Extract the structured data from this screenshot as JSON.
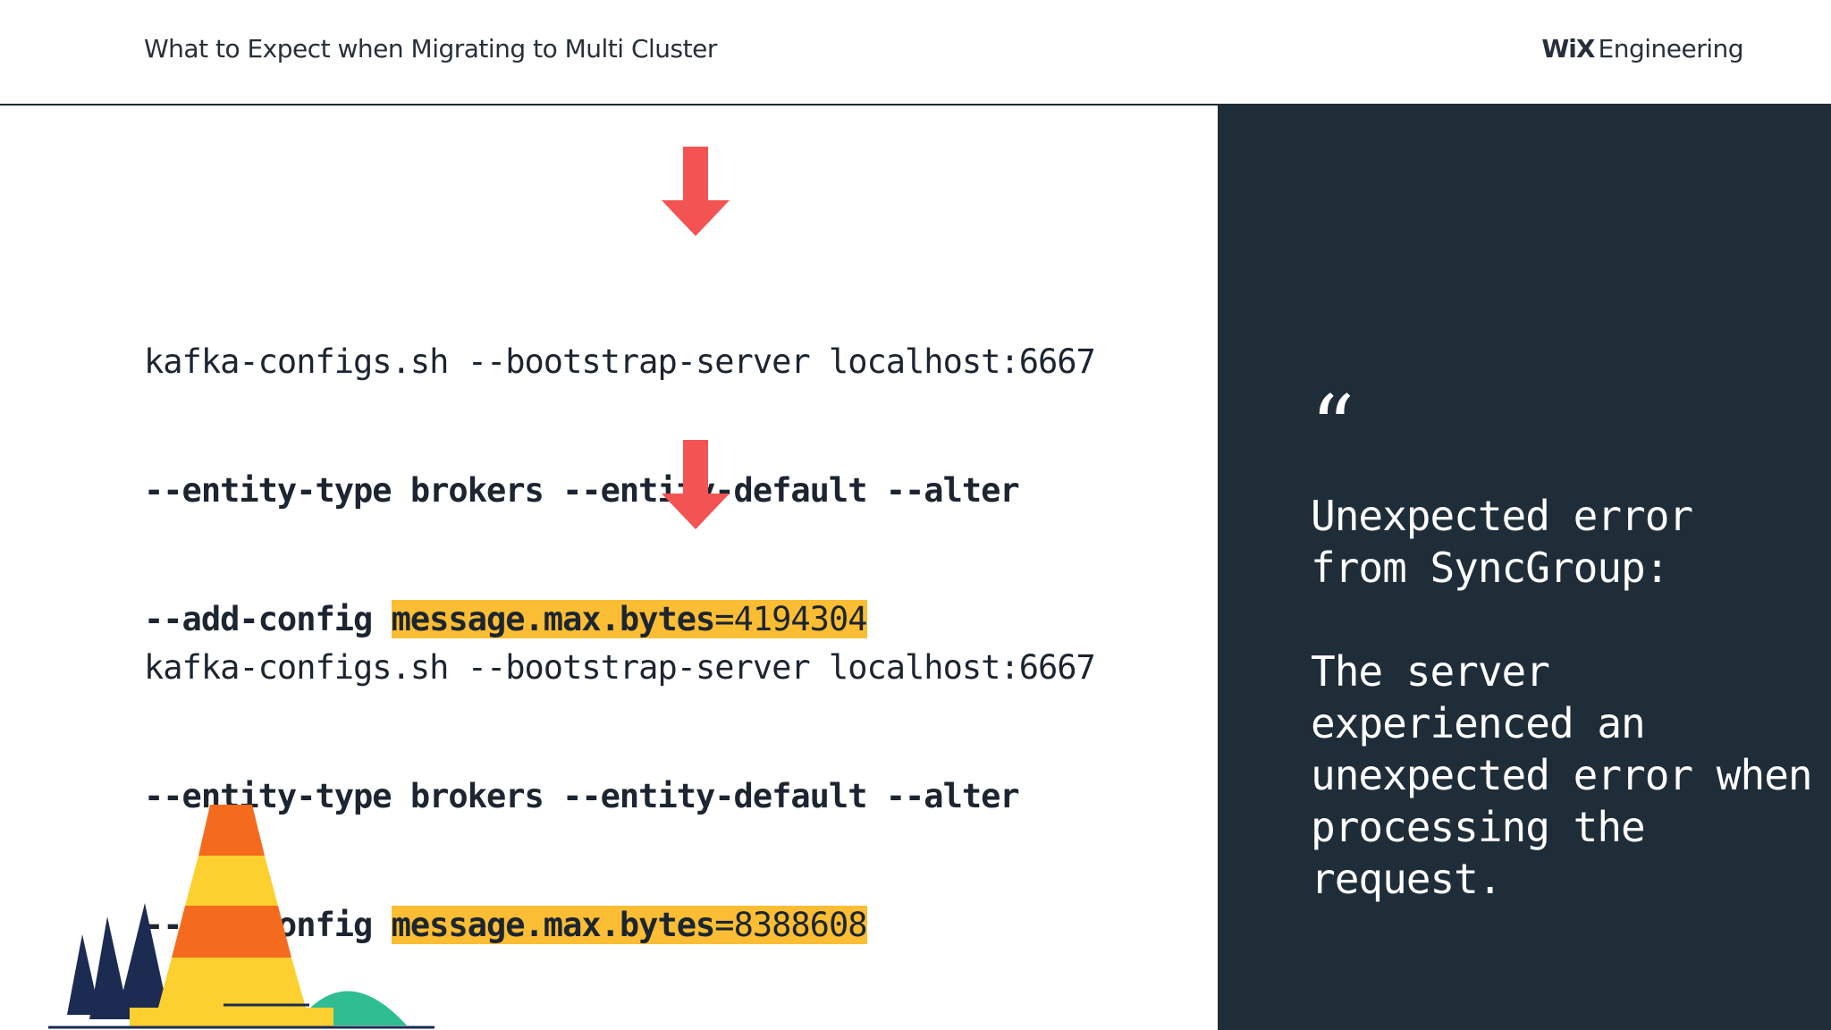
{
  "header": {
    "title": "What to Expect when Migrating to Multi Cluster",
    "brand_logo": "WiX",
    "brand_suffix": "Engineering"
  },
  "colors": {
    "arrow": "#f45353",
    "highlight": "#fbbd34",
    "right_panel": "#1f2d39",
    "cone_orange": "#f46b1e",
    "cone_yellow": "#fcd02f",
    "tree_navy": "#1c2b52",
    "hill_green": "#2fbd92"
  },
  "icons": {
    "arrow": "arrow-down-icon",
    "quote": "quote-icon",
    "cone": "traffic-cone-illustration"
  },
  "commands": [
    {
      "line1": "kafka-configs.sh --bootstrap-server localhost:6667",
      "line2": "--entity-type brokers --entity-default --alter",
      "line3_prefix": "--add-config ",
      "config_key": "message.max.bytes",
      "config_eq": "=",
      "config_value": "4194304"
    },
    {
      "line1": "kafka-configs.sh --bootstrap-server localhost:6667",
      "line2": "--entity-type brokers --entity-default --alter",
      "line3_prefix": "--add-config ",
      "config_key": "message.max.bytes",
      "config_eq": "=",
      "config_value": "8388608"
    }
  ],
  "quote": {
    "mark": "“",
    "heading": "Unexpected error from SyncGroup:",
    "body": "The server experienced an unexpected error when processing the request."
  }
}
